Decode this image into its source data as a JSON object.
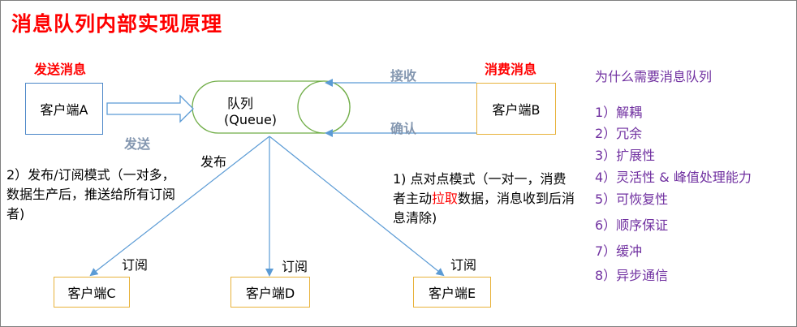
{
  "title": "消息队列内部实现原理",
  "send_message_label": "发送消息",
  "consume_message_label": "消费消息",
  "client_a": "客户端A",
  "client_b": "客户端B",
  "client_c": "客户端C",
  "client_d": "客户端D",
  "client_e": "客户端E",
  "queue_line1": "队列",
  "queue_line2": "(Queue)",
  "send_label": "发送",
  "receive_label": "接收",
  "confirm_label": "确认",
  "publish_label": "发布",
  "subscribe_label": "订阅",
  "pubsub_desc": "2）发布/订阅模式（一对多，数据生产后，推送给所有订阅者)",
  "p2p_desc_before": "1) 点对点模式（一对一，消费者主动",
  "p2p_desc_highlight": "拉取",
  "p2p_desc_after": "数据，消息收到后消息清除)",
  "why_title": "为什么需要消息队列",
  "reasons": [
    "1）解耦",
    "2）冗余",
    "3）扩展性",
    "4）灵活性 & 峰值处理能力",
    "5）可恢复性",
    "6）顺序保证",
    "7）缓冲",
    "8）异步通信"
  ],
  "colors": {
    "title_red": "#ff0000",
    "arrow_blue": "#5b9bd5",
    "queue_green": "#70ad47",
    "label_gray": "#8497b0",
    "reasons_purple": "#7030a0"
  }
}
